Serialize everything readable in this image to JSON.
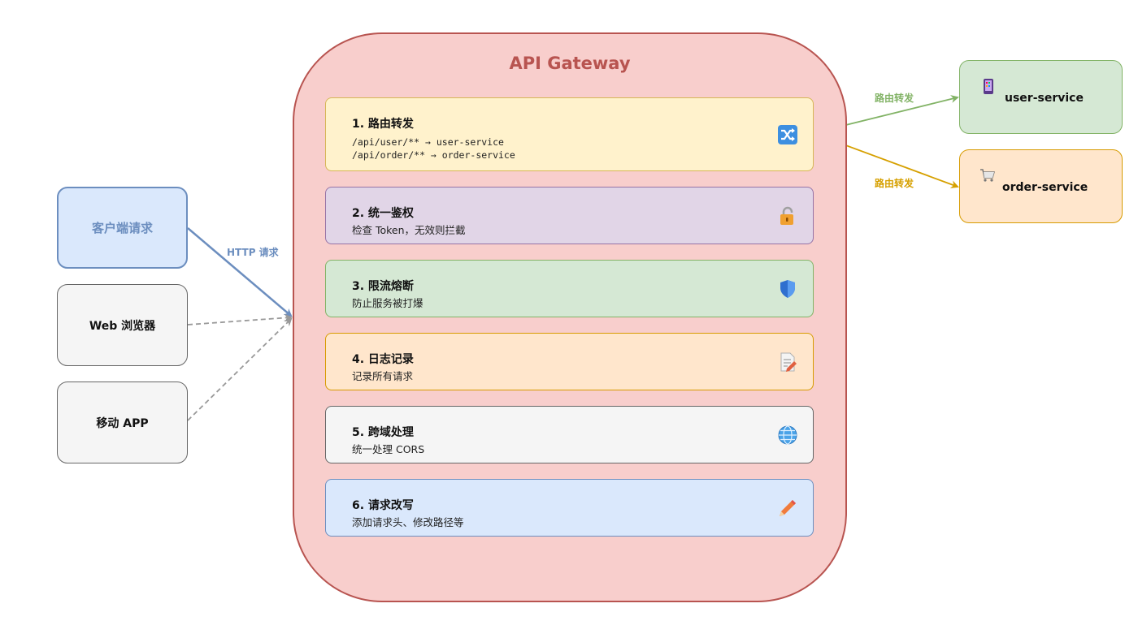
{
  "clients": {
    "request": "客户端请求",
    "web": "Web 浏览器",
    "app": "移动 APP"
  },
  "edges": {
    "http": "HTTP 请求",
    "route_user": "路由转发",
    "route_order": "路由转发"
  },
  "gateway": {
    "title": "API Gateway",
    "functions": [
      {
        "title": "1. 路由转发",
        "lines": [
          "/api/user/** → user-service",
          "/api/order/** → order-service"
        ],
        "icon": "shuffle-icon"
      },
      {
        "title": "2. 统一鉴权",
        "desc": "检查 Token，无效则拦截",
        "icon": "lock-icon"
      },
      {
        "title": "3. 限流熔断",
        "desc": "防止服务被打爆",
        "icon": "shield-icon"
      },
      {
        "title": "4. 日志记录",
        "desc": "记录所有请求",
        "icon": "memo-icon"
      },
      {
        "title": "5. 跨域处理",
        "desc": "统一处理 CORS",
        "icon": "globe-icon"
      },
      {
        "title": "6. 请求改写",
        "desc": "添加请求头、修改路径等",
        "icon": "pencil-icon"
      }
    ]
  },
  "services": {
    "user": {
      "label": "user-service",
      "icon": "phone-icon"
    },
    "order": {
      "label": "order-service",
      "icon": "cart-icon"
    }
  },
  "colors": {
    "gateway_fill": "#f8cecc",
    "gateway_stroke": "#b85450",
    "blue_stroke": "#6c8ebf",
    "green_stroke": "#82b366",
    "orange_stroke": "#d79b00"
  }
}
